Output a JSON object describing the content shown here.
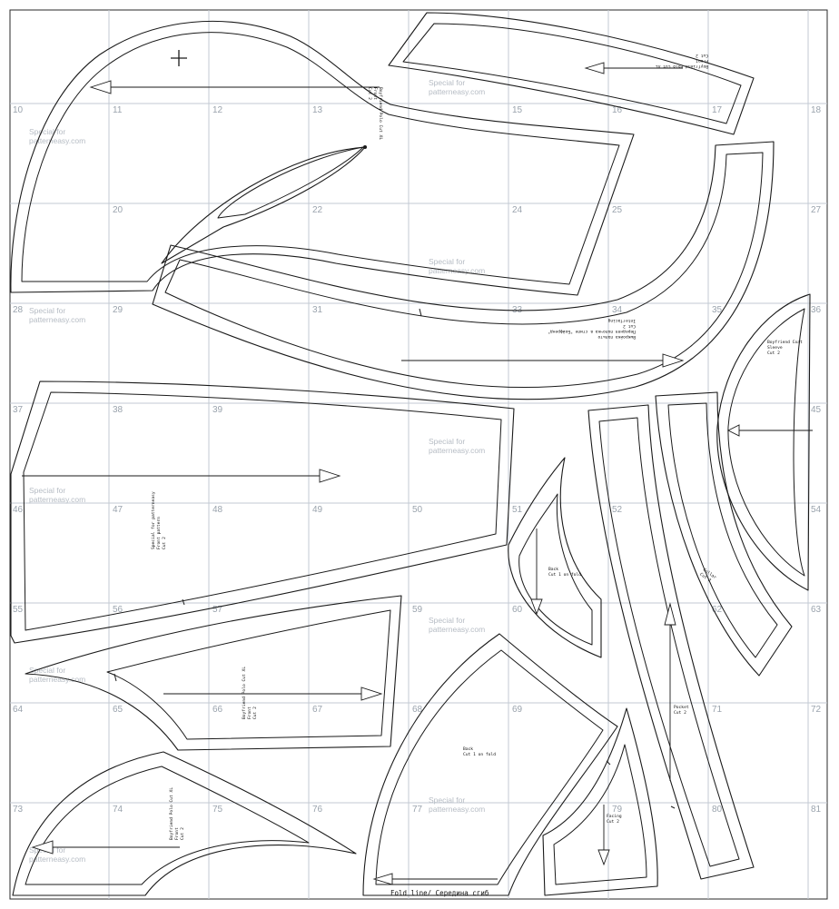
{
  "sheet": {
    "cell_numbers": [
      "10",
      "11",
      "12",
      "13",
      "15",
      "16",
      "17",
      "18",
      "20",
      "22",
      "24",
      "25",
      "27",
      "28",
      "29",
      "31",
      "33",
      "34",
      "35",
      "36",
      "37",
      "38",
      "39",
      "45",
      "46",
      "47",
      "48",
      "49",
      "50",
      "51",
      "52",
      "54",
      "55",
      "56",
      "57",
      "59",
      "60",
      "62",
      "63",
      "64",
      "65",
      "66",
      "67",
      "68",
      "69",
      "71",
      "72",
      "73",
      "74",
      "75",
      "76",
      "77",
      "79",
      "80",
      "81"
    ],
    "watermark_line1": "Special for",
    "watermark_line2": "patterneasy.com"
  },
  "pieces": {
    "piece_a_label": [
      "Boyfriend Polo Cut XL",
      "Front",
      "Cut 2"
    ],
    "piece_c_label": [
      "Boyfriend Polo Cut XL",
      "Front",
      "Cut 2"
    ],
    "piece_d_label": [
      "Выкройка пальто",
      "Передняя полочка в стиле \"Бойфренд\"",
      "Cut 2",
      "Interfacing"
    ],
    "piece_e_label": [
      "Special for patterneasy",
      "Front pattern",
      "Cut 2"
    ],
    "piece_f_label": [
      "Boyfriend Coat",
      "Sleeve",
      "Cut 2"
    ],
    "piece_h_label": [
      "Collar",
      "Cut 2"
    ],
    "piece_i_label": [
      "Back",
      "Cut 1 on fold"
    ],
    "piece_k_label": [
      "Pocket",
      "Cut 2"
    ],
    "piece_m_label": [
      "Facing",
      "Cut 2"
    ],
    "fold_line_text": "Fold line/ Середина сгиб"
  }
}
